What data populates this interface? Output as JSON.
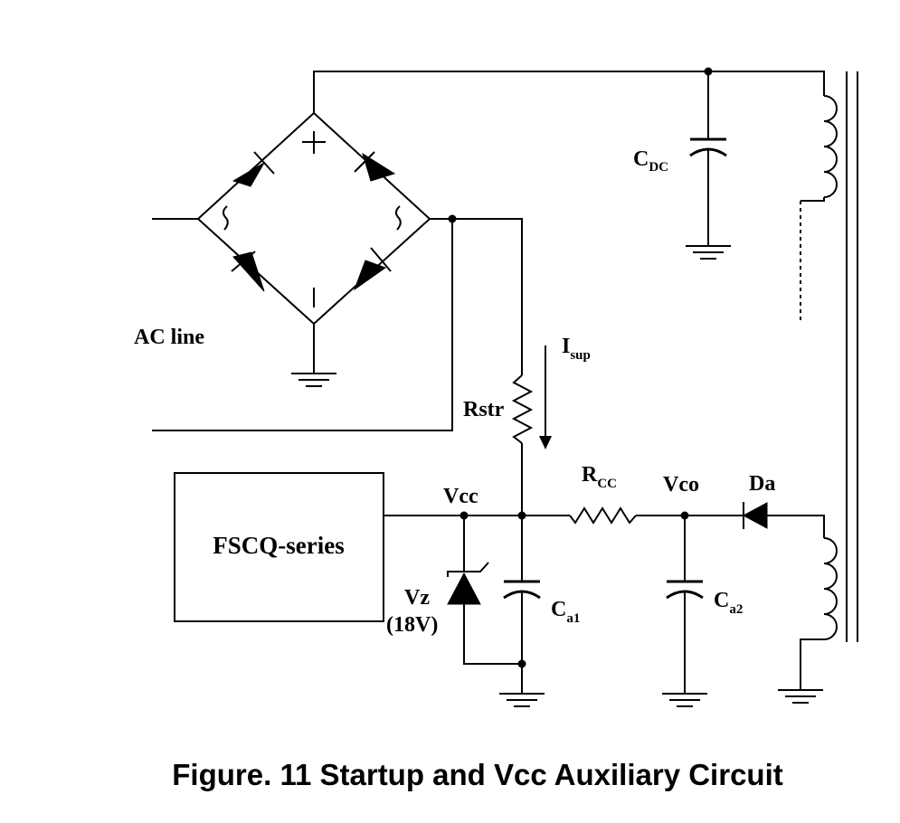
{
  "diagram": {
    "labels": {
      "cdc_main": "C",
      "cdc_sub": "DC",
      "ac_line": "AC line",
      "isup_main": "I",
      "isup_sub": "sup",
      "rstr": "Rstr",
      "rcc_main": "R",
      "rcc_sub": "CC",
      "vcc": "Vcc",
      "vco": "Vco",
      "da": "Da",
      "fscq": "FSCQ-series",
      "vz": "Vz",
      "vz_value": "(18V)",
      "ca1_main": "C",
      "ca1_sub": "a1",
      "ca2_main": "C",
      "ca2_sub": "a2"
    },
    "caption": "Figure. 11 Startup and Vcc Auxiliary Circuit"
  }
}
